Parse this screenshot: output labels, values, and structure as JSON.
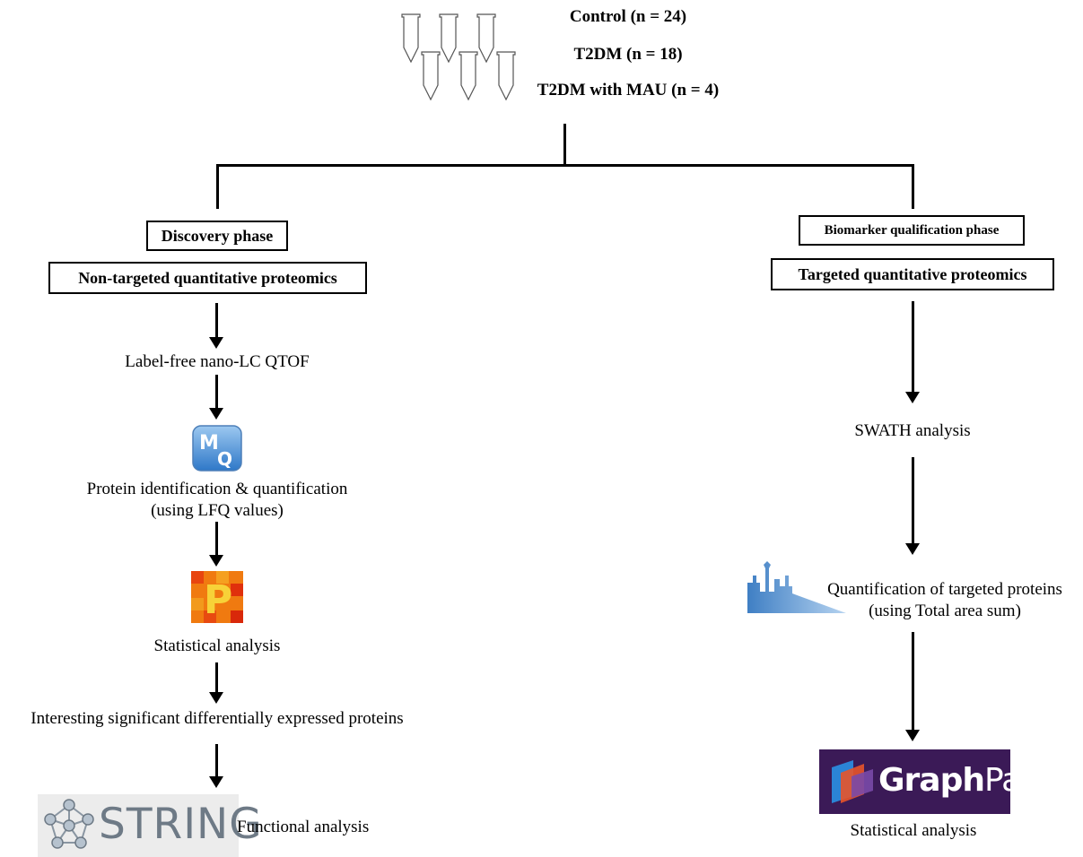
{
  "groups": [
    "Control (n = 24)",
    "T2DM (n = 18)",
    "T2DM with MAU (n = 4)"
  ],
  "left": {
    "phase": "Discovery phase",
    "method": "Non-targeted quantitative proteomics",
    "step1": "Label-free nano-LC QTOF",
    "step2_line1": "Protein identification & quantification",
    "step2_line2": "(using LFQ values)",
    "step3": "Statistical analysis",
    "step4": "Interesting significant differentially expressed proteins",
    "step5": "Functional analysis",
    "logo_mq": "MQ",
    "logo_perseus": "P",
    "logo_string": "STRING"
  },
  "right": {
    "phase": "Biomarker qualification phase",
    "method": "Targeted quantitative proteomics",
    "step1": "SWATH analysis",
    "step2_line1": "Quantification of targeted proteins",
    "step2_line2": "(using Total area sum)",
    "step3": "Statistical analysis",
    "logo_graphpad_a": "Graph",
    "logo_graphpad_b": "Pad"
  },
  "colors": {
    "mq_blue": "#4a90d9",
    "perseus_orange": "#f07a10",
    "skyline_blue": "#5b9bd5",
    "graphpad_purple": "#3b1a57",
    "string_gray": "#6e7a86"
  }
}
